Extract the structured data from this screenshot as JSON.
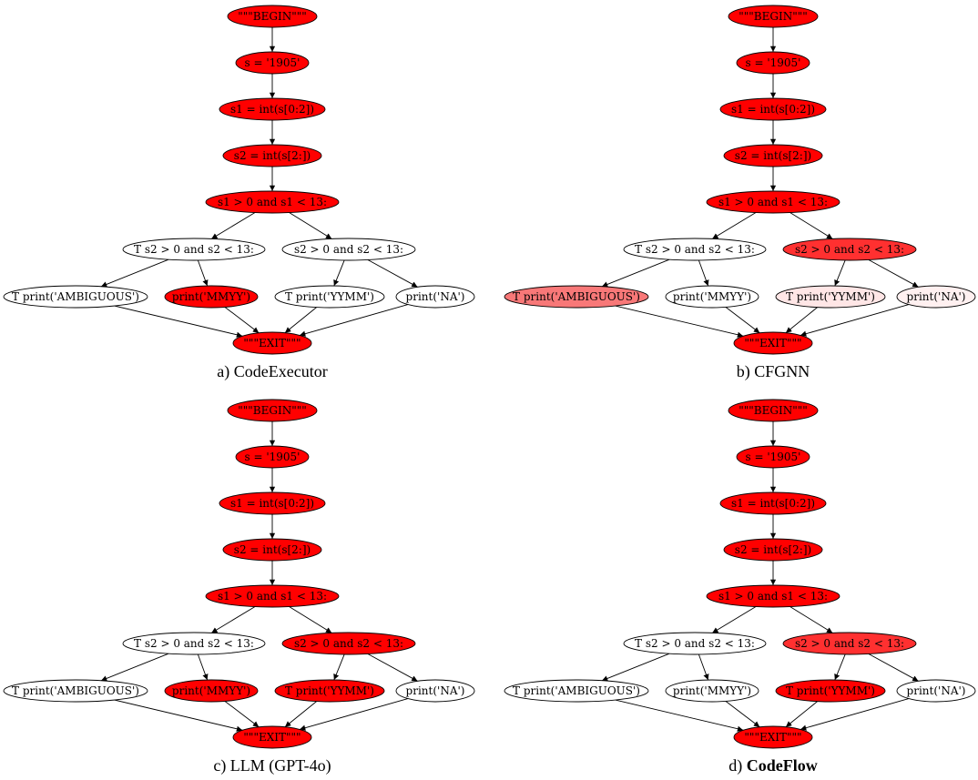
{
  "panels": [
    {
      "caption": "a) CodeExecutor",
      "caption_bold_part": "",
      "node_fills": {
        "begin": "#ff0000",
        "s": "#ff0000",
        "s1": "#ff0000",
        "s2": "#ff0000",
        "cond1": "#ff0000",
        "t_cond2": "#ffffff",
        "cond2": "#ffffff",
        "ambiguous": "#ffffff",
        "mmyy": "#ff0000",
        "yymm": "#ffffff",
        "na": "#ffffff",
        "exit": "#ff0000"
      }
    },
    {
      "caption": "b) CFGNN",
      "caption_bold_part": "",
      "node_fills": {
        "begin": "#ff0000",
        "s": "#ff0000",
        "s1": "#ff0000",
        "s2": "#ff0000",
        "cond1": "#ff0000",
        "t_cond2": "#ffffff",
        "cond2": "#ff3030",
        "ambiguous": "#f87878",
        "mmyy": "#ffffff",
        "yymm": "#ffe6e6",
        "na": "#fff0f0",
        "exit": "#ff0000"
      }
    },
    {
      "caption": "c) LLM (GPT-4o)",
      "caption_bold_part": "",
      "node_fills": {
        "begin": "#ff0000",
        "s": "#ff0000",
        "s1": "#ff0000",
        "s2": "#ff0000",
        "cond1": "#ff0000",
        "t_cond2": "#ffffff",
        "cond2": "#ff0000",
        "ambiguous": "#ffffff",
        "mmyy": "#ff0000",
        "yymm": "#ff0000",
        "na": "#ffffff",
        "exit": "#ff0000"
      }
    },
    {
      "caption": "d) ",
      "caption_bold_part": "CodeFlow",
      "node_fills": {
        "begin": "#ff0000",
        "s": "#ff0000",
        "s1": "#ff0000",
        "s2": "#ff0000",
        "cond1": "#ff0000",
        "t_cond2": "#ffffff",
        "cond2": "#ff3030",
        "ambiguous": "#ffffff",
        "mmyy": "#ffffff",
        "yymm": "#ff0000",
        "na": "#ffffff",
        "exit": "#ff0000"
      }
    }
  ],
  "nodes": [
    {
      "id": "begin",
      "label": "\"\"\"BEGIN\"\"\""
    },
    {
      "id": "s",
      "label": "s = '1905'"
    },
    {
      "id": "s1",
      "label": "s1 = int(s[0:2])"
    },
    {
      "id": "s2",
      "label": "s2 = int(s[2:])"
    },
    {
      "id": "cond1",
      "label": "s1 > 0 and s1 < 13:"
    },
    {
      "id": "t_cond2",
      "label": "T s2 > 0 and s2 < 13:"
    },
    {
      "id": "cond2",
      "label": "s2 > 0 and s2 < 13:"
    },
    {
      "id": "ambiguous",
      "label": "T print('AMBIGUOUS')"
    },
    {
      "id": "mmyy",
      "label": "print('MMYY')"
    },
    {
      "id": "yymm",
      "label": "T print('YYMM')"
    },
    {
      "id": "na",
      "label": "print('NA')"
    },
    {
      "id": "exit",
      "label": "\"\"\"EXIT\"\"\""
    }
  ],
  "edges": [
    [
      "begin",
      "s"
    ],
    [
      "s",
      "s1"
    ],
    [
      "s1",
      "s2"
    ],
    [
      "s2",
      "cond1"
    ],
    [
      "cond1",
      "t_cond2"
    ],
    [
      "cond1",
      "cond2"
    ],
    [
      "t_cond2",
      "ambiguous"
    ],
    [
      "t_cond2",
      "mmyy"
    ],
    [
      "cond2",
      "yymm"
    ],
    [
      "cond2",
      "na"
    ],
    [
      "ambiguous",
      "exit"
    ],
    [
      "mmyy",
      "exit"
    ],
    [
      "yymm",
      "exit"
    ],
    [
      "na",
      "exit"
    ]
  ]
}
